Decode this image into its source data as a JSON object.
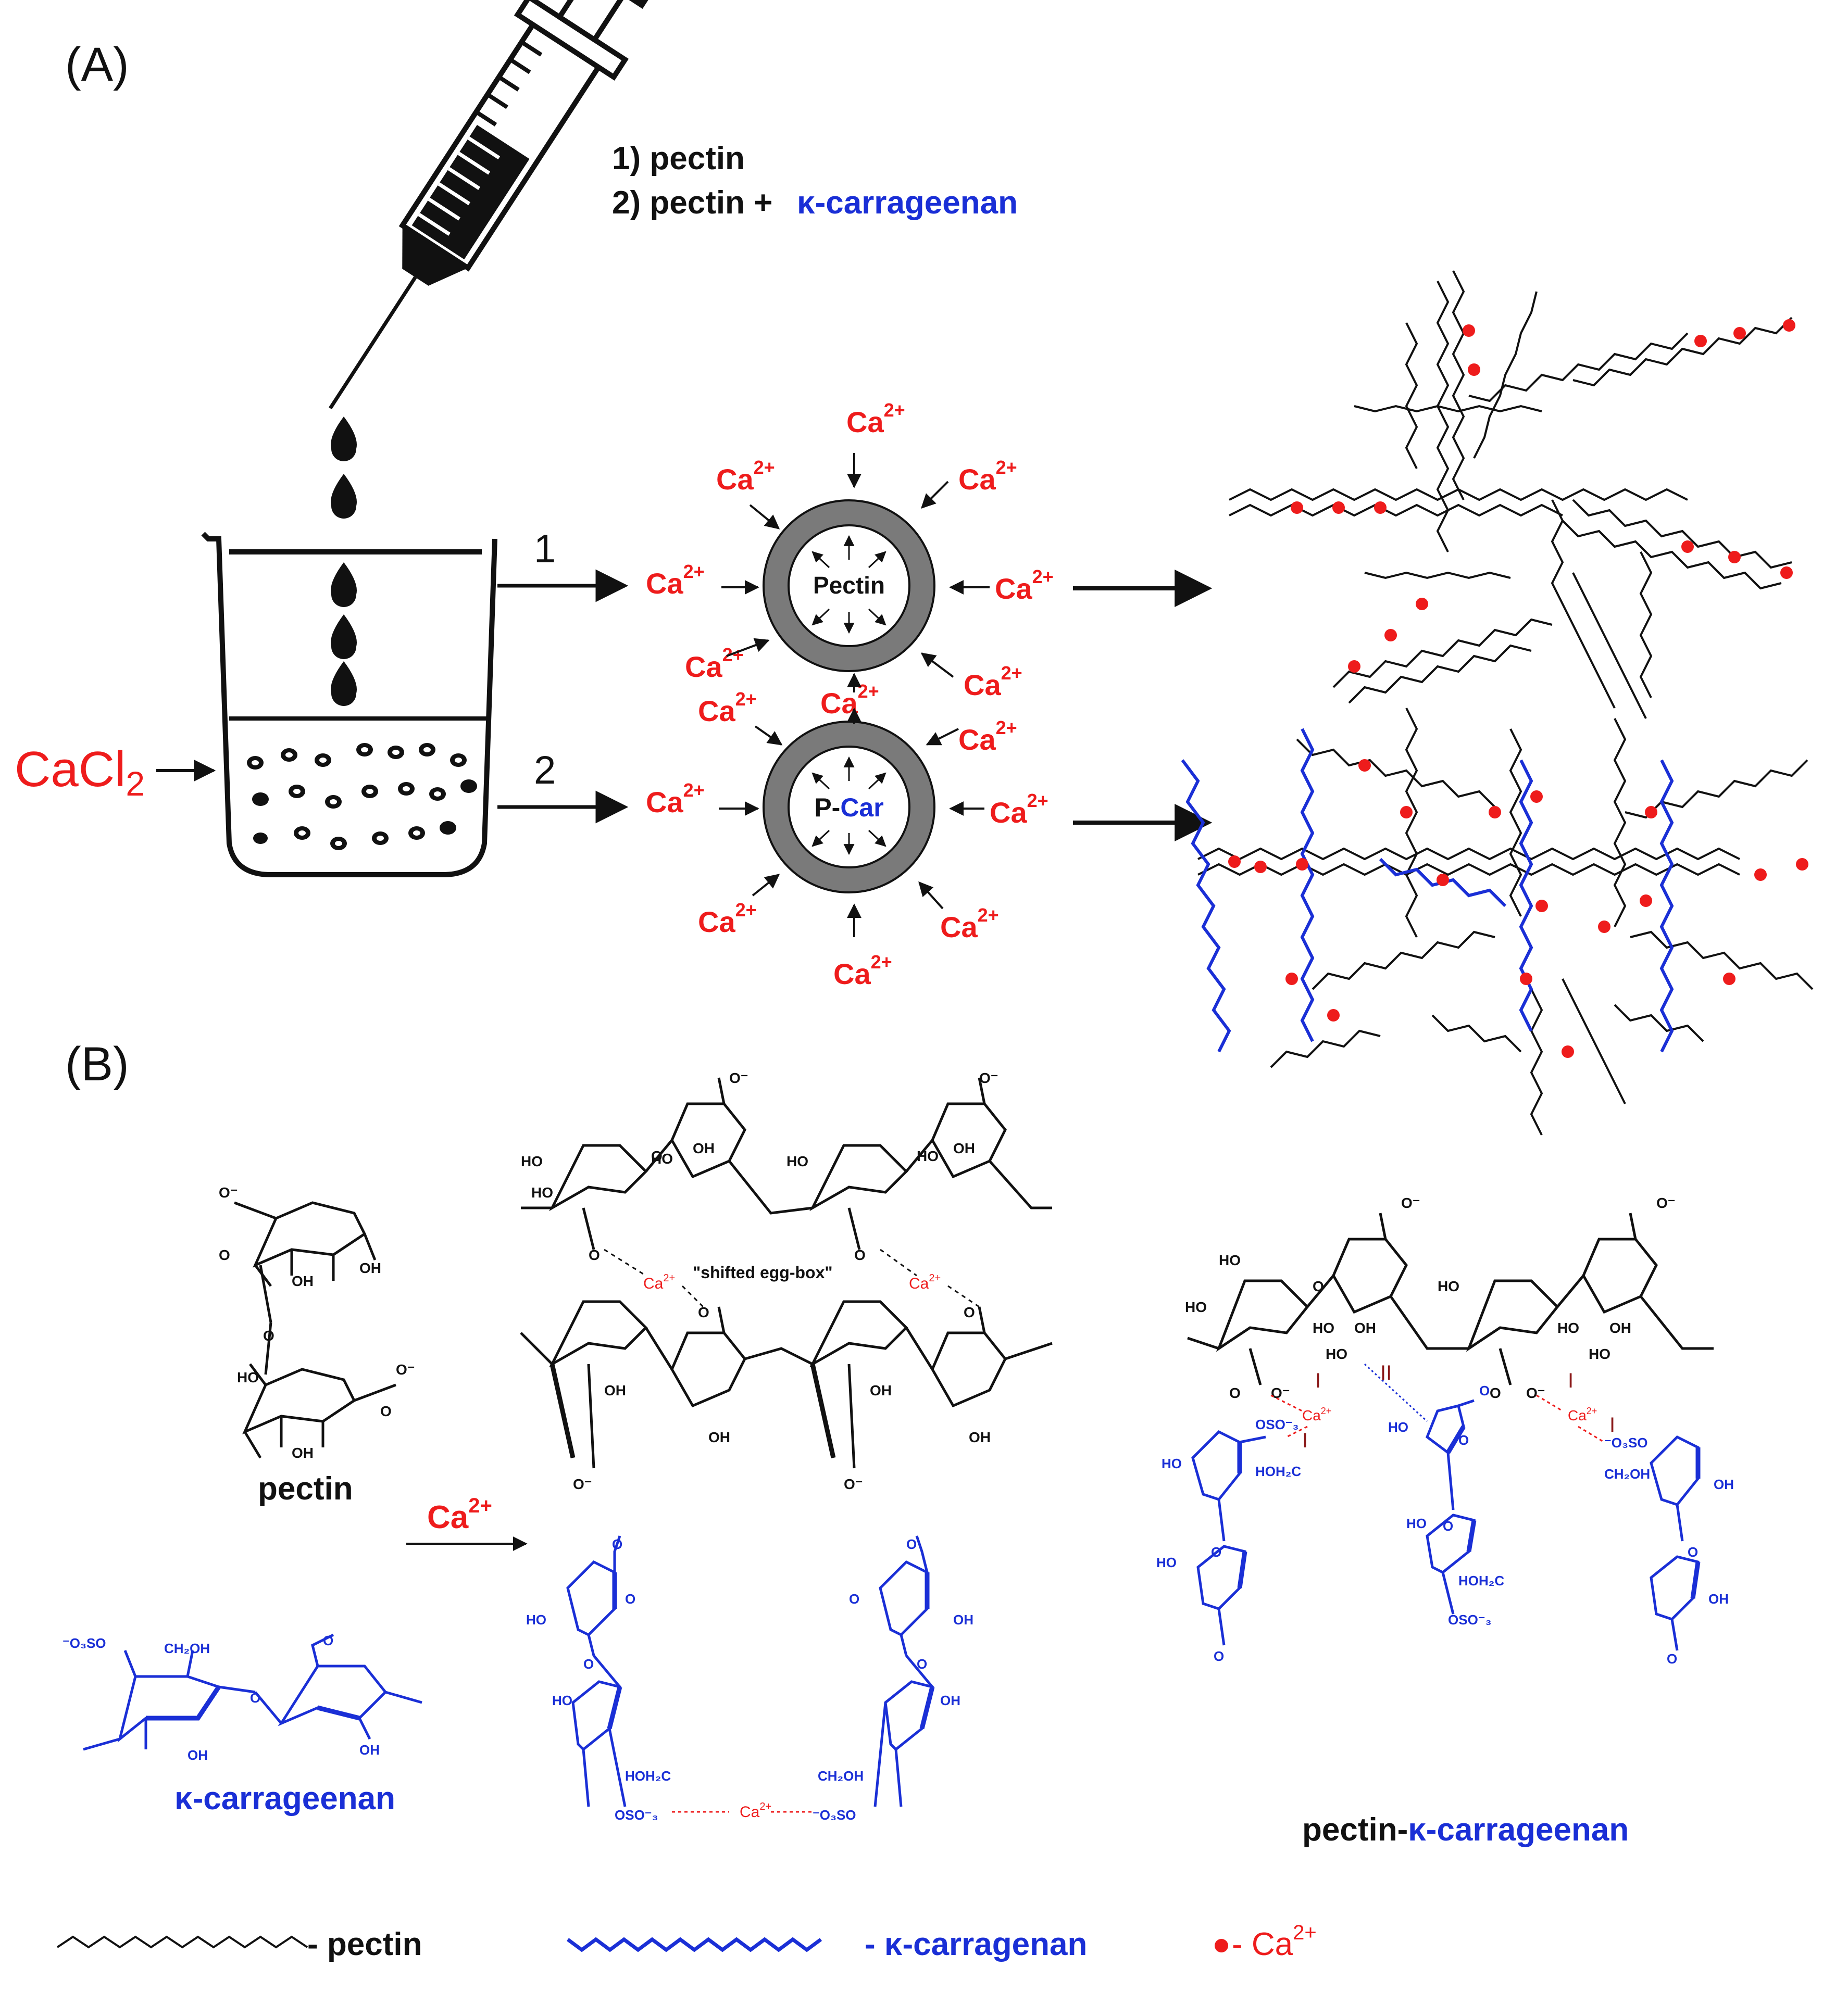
{
  "panel_a": {
    "label": "(A)",
    "syringe_label_1": "1) pectin",
    "syringe_label_2_prefix": "2) pectin +",
    "syringe_label_2_car": "κ-carrageenan",
    "reagent": "CaCl",
    "reagent_sub": "2",
    "route_1": "1",
    "route_2": "2",
    "ion": "Ca",
    "ion_charge": "2+",
    "bead_1_label": "Pectin",
    "bead_2_label_p": "P-",
    "bead_2_label_car": "Car"
  },
  "panel_b": {
    "label": "(B)",
    "pectin_label": "pectin",
    "carrageenan_label": "κ-carrageenan",
    "complex_label_prefix": "pectin-",
    "complex_label_car": "κ-carrageenan",
    "arrow_ion": "Ca",
    "arrow_ion_charge": "2+",
    "eggbox_label": "\"shifted egg-box\"",
    "small_ca": "Ca",
    "small_ca_charge": "2+",
    "bond_I": "I",
    "bond_II": "II",
    "atom_labels": {
      "ho": "HO",
      "oh": "OH",
      "o": "O",
      "o_minus": "O⁻",
      "ch2oh": "CH₂OH",
      "hoh2c": "HOH₂C",
      "oso3": "OSO⁻₃",
      "o3so": "⁻O₃SO"
    }
  },
  "legend": {
    "pectin": "- pectin",
    "carrageenan": "- κ-carragenan",
    "ion_prefix": "- Ca",
    "ion_charge": "2+"
  },
  "colors": {
    "black": "#111111",
    "red": "#ee1c1c",
    "blue": "#1a2fd6",
    "grey_shell": "#7a7a7a",
    "dark_red": "#8b1a1a"
  }
}
